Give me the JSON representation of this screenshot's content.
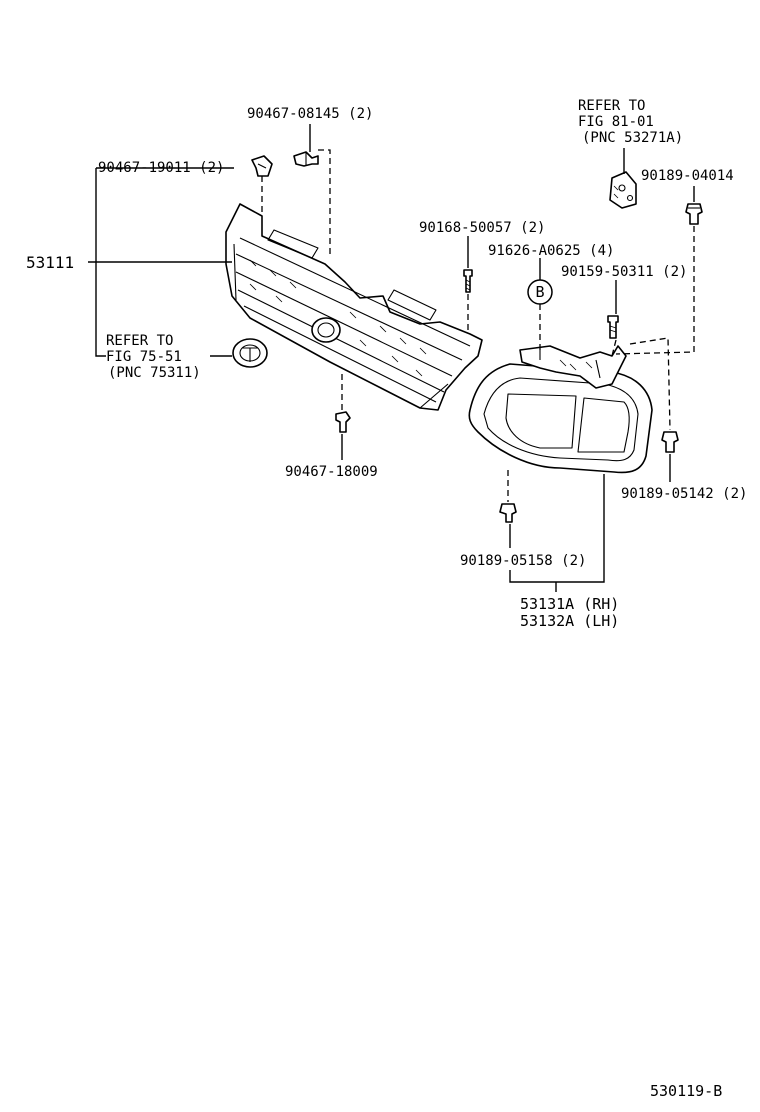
{
  "diagram": {
    "labels": {
      "p_90467_08145": "90467-08145 (2)",
      "p_90467_19011": "90467-19011 (2)",
      "p_53111": "53111",
      "ref_fig75_line1": "REFER TO",
      "ref_fig75_line2": "FIG 75-51",
      "ref_fig75_line3": "(PNC 75311)",
      "p_90467_18009": "90467-18009",
      "ref_fig81_line1": "REFER TO",
      "ref_fig81_line2": "FIG 81-01",
      "ref_fig81_line3": "(PNC 53271A)",
      "p_90189_04014": "90189-04014",
      "p_90168_50057": "90168-50057 (2)",
      "p_91626_a0625": "91626-A0625 (4)",
      "p_90159_50311": "90159-50311 (2)",
      "marker_b": "B",
      "p_90189_05142": "90189-05142 (2)",
      "p_90189_05158": "90189-05158 (2)",
      "p_53131a": "53131A (RH)",
      "p_53132a": "53132A (LH)",
      "fig_code": "530119-B"
    }
  }
}
